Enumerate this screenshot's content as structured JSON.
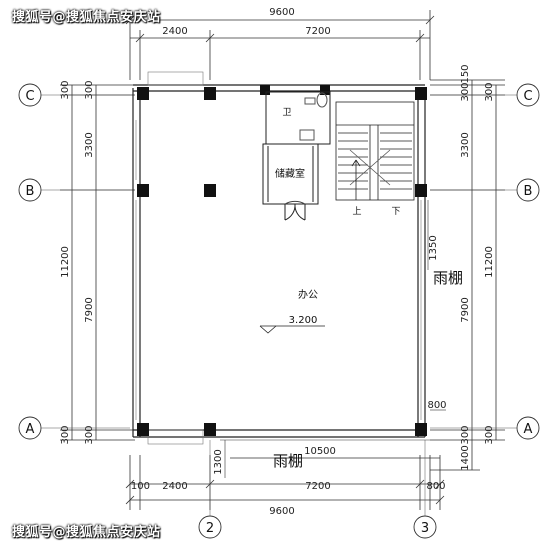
{
  "watermark": {
    "text": "搜狐号@搜狐焦点安庆站"
  },
  "grid": {
    "rows": [
      "C",
      "B",
      "A"
    ],
    "cols": [
      "2",
      "3"
    ]
  },
  "dims": {
    "top_total": "9600",
    "top_left": "2400",
    "top_right": "7200",
    "bottom_total": "9600",
    "bottom_left": "2400",
    "bottom_left_small": "100",
    "bottom_right": "7200",
    "bottom_right_small": "800",
    "canopy_width": "10500",
    "left_300_a": "300",
    "left_300_b": "300",
    "left_3300": "3300",
    "left_11200": "11200",
    "left_7900": "7900",
    "left_300_c": "300",
    "left_300_d": "300",
    "right_150": "150",
    "right_300_a": "300",
    "right_300_b": "300",
    "right_3300": "3300",
    "right_11200": "11200",
    "right_7900": "7900",
    "right_300_c": "300",
    "right_300_d": "300",
    "right_1400": "1400",
    "inner_1350": "1350",
    "inner_800": "800",
    "inner_1300": "1300"
  },
  "rooms": {
    "toilet": "卫",
    "storage": "储藏室",
    "office": "办公",
    "elevation": "3.200",
    "stair_up": "上",
    "stair_down": "下",
    "canopy_right": "雨棚",
    "canopy_bottom": "雨棚"
  }
}
